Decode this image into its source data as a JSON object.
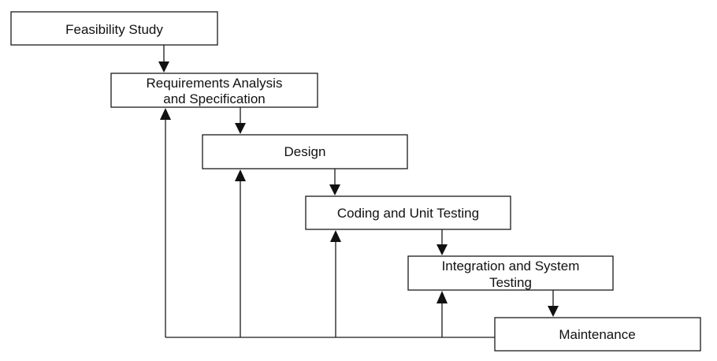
{
  "stages": [
    {
      "id": "feasibility",
      "lines": [
        "Feasibility Study"
      ]
    },
    {
      "id": "requirements",
      "lines": [
        "Requirements Analysis",
        "and Specification"
      ]
    },
    {
      "id": "design",
      "lines": [
        "Design"
      ]
    },
    {
      "id": "coding",
      "lines": [
        "Coding and Unit Testing"
      ]
    },
    {
      "id": "integration",
      "lines": [
        "Integration and System",
        "Testing"
      ]
    },
    {
      "id": "maintenance",
      "lines": [
        "Maintenance"
      ]
    }
  ],
  "forward_arrows": [
    {
      "from": "feasibility",
      "to": "requirements"
    },
    {
      "from": "requirements",
      "to": "design"
    },
    {
      "from": "design",
      "to": "coding"
    },
    {
      "from": "coding",
      "to": "integration"
    },
    {
      "from": "integration",
      "to": "maintenance"
    }
  ],
  "feedback_arrows": [
    {
      "from": "maintenance",
      "to": "requirements"
    },
    {
      "from": "maintenance",
      "to": "design"
    },
    {
      "from": "maintenance",
      "to": "coding"
    },
    {
      "from": "maintenance",
      "to": "integration"
    }
  ]
}
